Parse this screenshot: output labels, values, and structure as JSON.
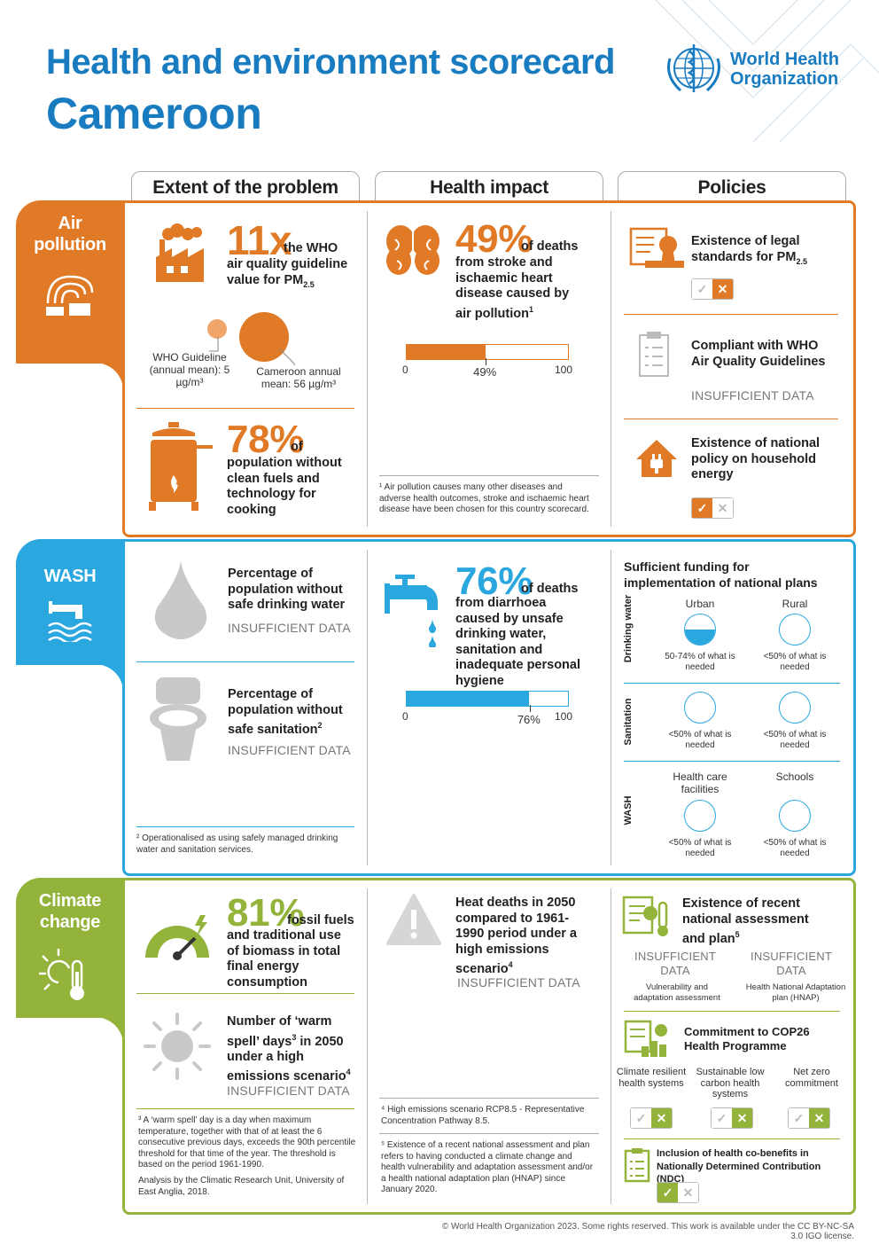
{
  "header": {
    "title": "Health and environment scorecard",
    "country": "Cameroon",
    "org_line1": "World Health",
    "org_line2": "Organization"
  },
  "columns": [
    "Extent of the problem",
    "Health impact",
    "Policies"
  ],
  "colors": {
    "air": "#e07a26",
    "wash": "#2aa7df",
    "climate": "#93b33a",
    "blue": "#1a7cc0",
    "grey": "#bdbdbd"
  },
  "air": {
    "tab_line1": "Air",
    "tab_line2": "pollution",
    "pm_big": "11x",
    "pm_text1": "the WHO",
    "pm_text2": "air quality guideline",
    "pm_text3": "value for PM",
    "pm_sub": "2.5",
    "guideline_label": "WHO Guideline (annual mean): 5 µg/m³",
    "country_label": "Cameroon annual mean: 56 µg/m³",
    "fuels_big": "78%",
    "fuels_of": "of",
    "fuels_text": "population without clean fuels and technology for cooking",
    "deaths_big": "49%",
    "deaths_of": "of deaths",
    "deaths_text": "from stroke and ischaemic heart disease caused by air pollution",
    "deaths_sup": "1",
    "bar_value": 49,
    "bar_min": "0",
    "bar_max": "100",
    "bar_label": "49%",
    "footnote": "¹ Air pollution causes many other diseases and adverse health outcomes, stroke and ischaemic heart disease have been chosen for this country scorecard.",
    "policy1_text": "Existence of legal standards for PM",
    "policy1_sub": "2.5",
    "policy2_text": "Compliant with WHO Air Quality Guidelines",
    "policy2_status": "INSUFFICIENT DATA",
    "policy3_text": "Existence of national policy on household energy"
  },
  "wash": {
    "tab": "WASH",
    "water_text": "Percentage of population without safe drinking water",
    "water_status": "INSUFFICIENT DATA",
    "sanit_text": "Percentage of population without safe sanitation",
    "sanit_sup": "2",
    "sanit_status": "INSUFFICIENT DATA",
    "footnote": "² Operationalised as using safely managed drinking water and sanitation services.",
    "deaths_big": "76%",
    "deaths_of": "of deaths",
    "deaths_text": "from diarrhoea caused by unsafe drinking water, sanitation and inadequate personal hygiene",
    "bar_value": 76,
    "bar_min": "0",
    "bar_max": "100",
    "bar_label": "76%",
    "funding_title": "Sufficient funding for implementation of national plans",
    "row_drinking": "Drinking water",
    "row_sanitation": "Sanitation",
    "row_wash": "WASH",
    "col_urban": "Urban",
    "col_rural": "Rural",
    "col_health": "Health care facilities",
    "col_schools": "Schools",
    "drink_urban": "50-74% of what is needed",
    "drink_rural": "<50% of what is needed",
    "sanit_urban": "<50% of what is needed",
    "sanit_rural": "<50% of what is needed",
    "wash_health": "<50% of what is needed",
    "wash_schools": "<50% of what is needed",
    "drink_urban_fill": 0.5
  },
  "climate": {
    "tab_line1": "Climate",
    "tab_line2": "change",
    "fossil_big": "81%",
    "fossil_text1": "fossil fuels",
    "fossil_text2": "and traditional use of biomass in total final energy consumption",
    "warm_text": "Number of ‘warm spell’ days",
    "warm_sup": "3",
    "warm_text2": "in 2050 under a high emissions scenario",
    "warm_sup2": "4",
    "warm_status": "INSUFFICIENT DATA",
    "note3": "³ A ‘warm spell’ day is a day when maximum temperature, together with that of at least the 6 consecutive previous days, exceeds the 90th percentile threshold for that time of the year. The threshold is based on the period 1961-1990.",
    "note3b": "Analysis by the Climatic Research Unit, University of East Anglia, 2018.",
    "heat_text": "Heat deaths in 2050 compared to 1961-1990 period under a high emissions scenario",
    "heat_sup": "4",
    "heat_status": "INSUFFICIENT DATA",
    "note4": "⁴ High emissions scenario RCP8.5 - Representative Concentration Pathway 8.5.",
    "note5": "⁵ Existence of a recent national assessment and plan refers to having conducted a climate change and health vulnerability and adaptation assessment and/or a health national adaptation plan (HNAP) since January 2020.",
    "assess_title": "Existence of recent national assessment and plan",
    "assess_sup": "5",
    "assess_status1": "INSUFFICIENT DATA",
    "assess_status2": "INSUFFICIENT DATA",
    "assess_label1": "Vulnerability and adaptation assessment",
    "assess_label2": "Health National Adaptation plan (HNAP)",
    "cop_title": "Commitment to COP26 Health Programme",
    "cop1": "Climate resilient health systems",
    "cop2": "Sustainable low carbon health systems",
    "cop3": "Net zero commitment",
    "ndc_title": "Inclusion of health co-benefits in Nationally Determined Contribution (NDC)"
  },
  "footer": "© World Health Organization 2023. Some rights reserved. This work is available under the CC BY-NC-SA 3.0 IGO license."
}
